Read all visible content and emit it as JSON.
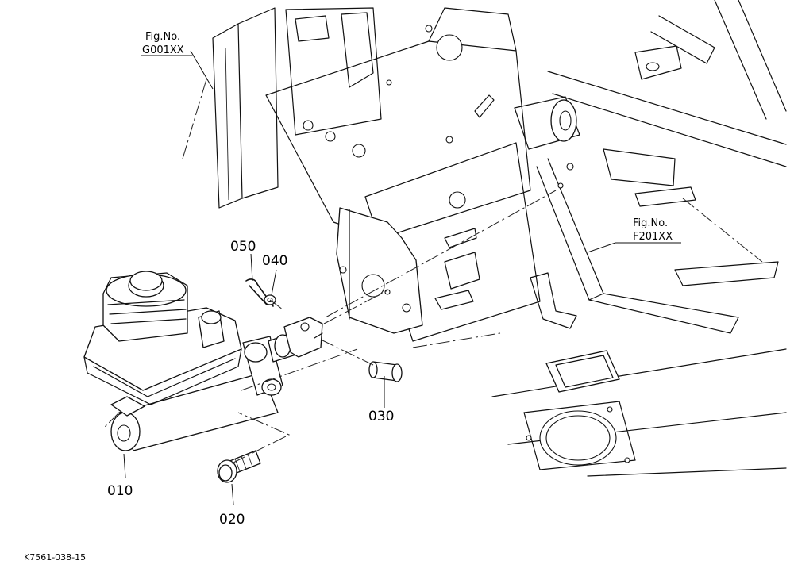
{
  "labels": {
    "fig_g": {
      "line1": "Fig.No.",
      "line2": "G001XX"
    },
    "fig_f": {
      "line1": "Fig.No.",
      "line2": "F201XX"
    },
    "parts": {
      "p050": "050",
      "p040": "040",
      "p030": "030",
      "p010": "010",
      "p020": "020"
    },
    "doc_code": "K7561-038-15"
  }
}
